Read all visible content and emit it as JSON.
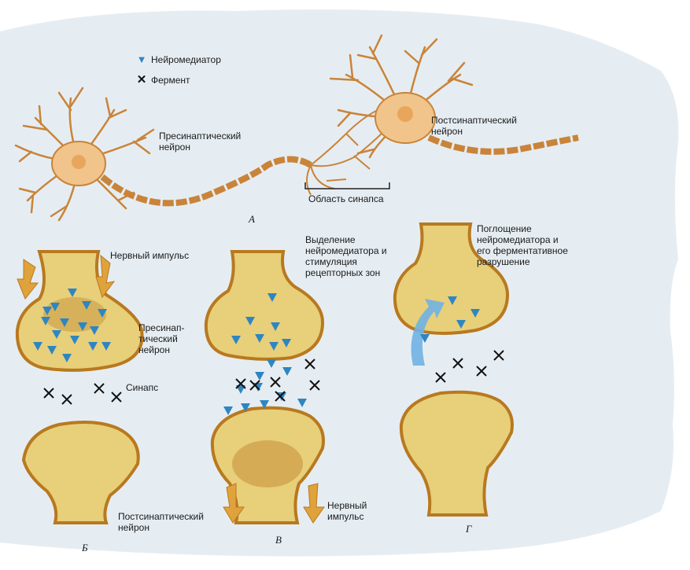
{
  "legend": {
    "neurotransmitter_symbol": "▼",
    "neurotransmitter_label": "Нейромедиатор",
    "enzyme_symbol": "✕",
    "enzyme_label": "Фермент"
  },
  "panel_a": {
    "presynaptic_label": "Пресинаптический\nнейрон",
    "postsynaptic_label": "Постсинаптический\nнейрон",
    "synapse_area_label": "Область синапса",
    "letter": "А"
  },
  "panel_b": {
    "nerve_impulse_label": "Нервный импульс",
    "presynaptic_label": "Пресинап-\nтический\nнейрон",
    "synapse_label": "Синапс",
    "postsynaptic_label": "Постсинаптический\nнейрон",
    "letter": "Б"
  },
  "panel_v": {
    "caption": "Выделение\nнейромедиатора и\nстимуляция\nрецепторных зон",
    "nerve_impulse_label": "Нервный\nимпульс",
    "letter": "В"
  },
  "panel_g": {
    "caption": "Поглощение\nнейромедиатора и\nего ферментативное\nразрушение",
    "letter": "Г"
  },
  "colors": {
    "paper": "#e6edf2",
    "cell": "#e8cf7a",
    "cell_edge": "#b8791f",
    "axon": "#c9843a",
    "neuron": "#f0c48a",
    "neurotransmitter": "#2e86c1",
    "enzyme": "#111111",
    "arrow": "#e0a23a",
    "uptake_arrow": "#6fb1e3"
  }
}
